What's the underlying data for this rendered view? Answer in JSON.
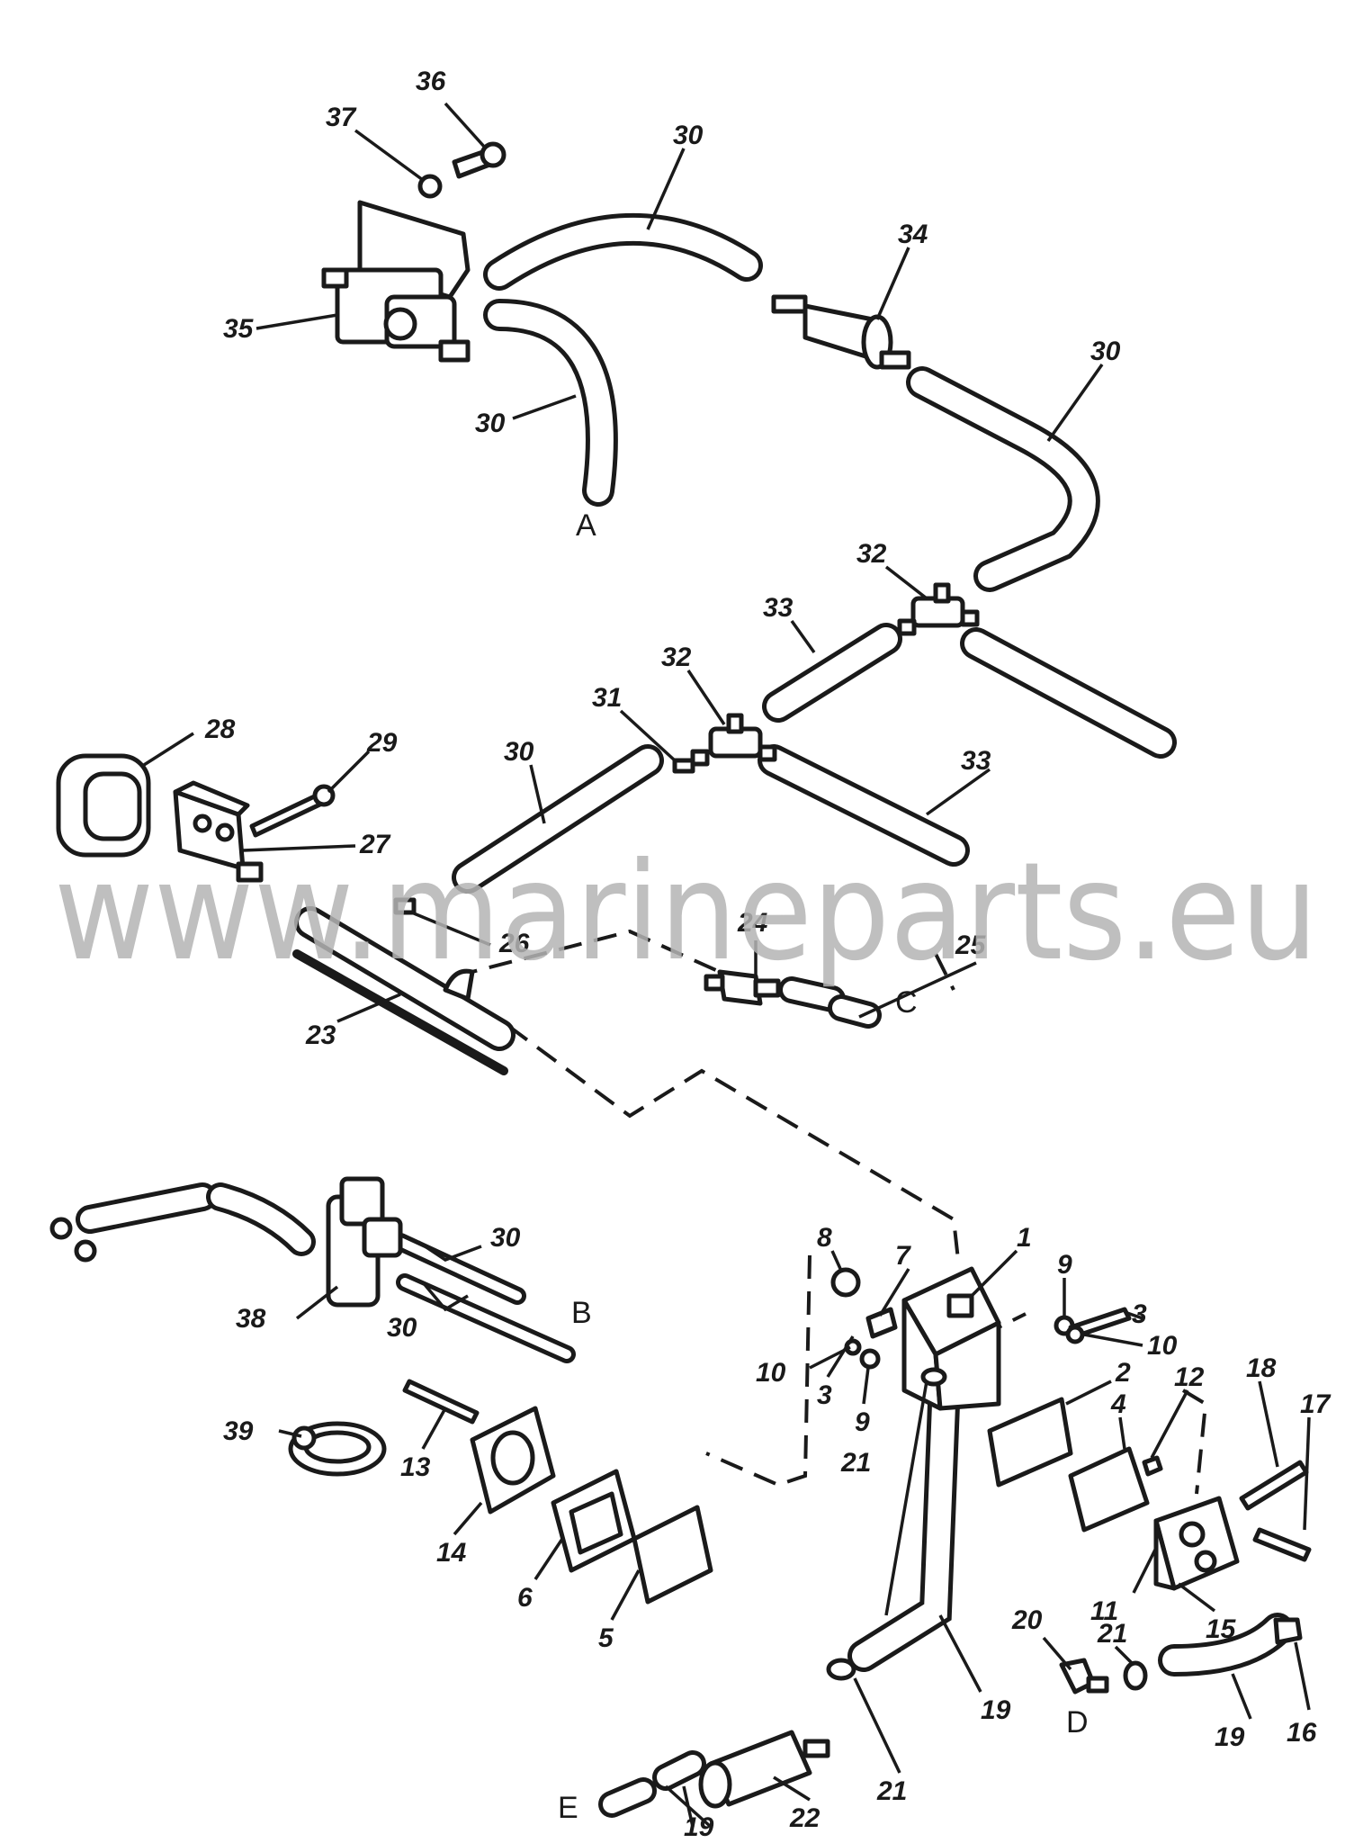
{
  "watermark": "www.marineparts.eu",
  "callouts": {
    "c36": "36",
    "c37": "37",
    "c30a": "30",
    "c34": "34",
    "c35": "35",
    "c30b": "30",
    "c30c": "30",
    "c32a": "32",
    "c33a": "33",
    "c32b": "32",
    "c31": "31",
    "c28": "28",
    "c29": "29",
    "c30d": "30",
    "c27": "27",
    "c33b": "33",
    "c24": "24",
    "c26": "26",
    "c25": "25",
    "c23": "23",
    "c30e": "30",
    "c30f": "30",
    "c38": "38",
    "c8": "8",
    "c7": "7",
    "c1": "1",
    "c9a": "9",
    "c3a": "3",
    "c10a": "10",
    "c10b": "10",
    "c3b": "3",
    "c9b": "9",
    "c2": "2",
    "c4": "4",
    "c12": "12",
    "c18": "18",
    "c17": "17",
    "c39": "39",
    "c13": "13",
    "c14": "14",
    "c6": "6",
    "c5": "5",
    "c21a": "21",
    "c11": "11",
    "c15": "15",
    "c20": "20",
    "c21b": "21",
    "c19a": "19",
    "c16": "16",
    "c21c": "21",
    "c22": "22",
    "c19b": "19",
    "c19c": "19"
  },
  "connectors": {
    "A": "A",
    "B": "B",
    "C": "C",
    "D": "D",
    "E": "E"
  }
}
